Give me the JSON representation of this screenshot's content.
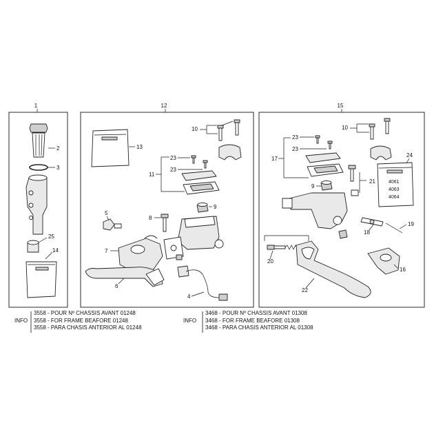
{
  "boxes": {
    "box1": {
      "label": "1"
    },
    "box12": {
      "label": "12"
    },
    "box15": {
      "label": "15"
    }
  },
  "callouts": {
    "c2": "2",
    "c3": "3",
    "c25": "25",
    "c14": "14",
    "c13": "13",
    "c10a": "10",
    "c23a": "23",
    "c23b": "23",
    "c11": "11",
    "c9a": "9",
    "c8": "8",
    "c5": "5",
    "c7": "7",
    "c6": "6",
    "c4": "4",
    "c10b": "10",
    "c23c": "23",
    "c23d": "23",
    "c17": "17",
    "c24": "24",
    "c9b": "9",
    "c21": "21",
    "c18": "18",
    "c19": "19",
    "c20": "20",
    "c22": "22",
    "c16": "16"
  },
  "bag_labels": [
    "4061",
    "4063",
    "4064"
  ],
  "info": {
    "left": {
      "label": "INFO",
      "lines": [
        "3558 - POUR Nº CHASSIS AVANT 01248",
        "3558 - FOR FRAME BEAFORE 01248",
        "3558 - PARA CHASIS ANTERIOR AL 01248"
      ]
    },
    "right": {
      "label": "INFO",
      "lines": [
        "3468 - POUR Nº CHASSIS AVANT 01308",
        "3468 - FOR FRAME BEAFORE 01308",
        "3468 - PARA CHASIS ANTERIOR AL 01308"
      ]
    }
  }
}
